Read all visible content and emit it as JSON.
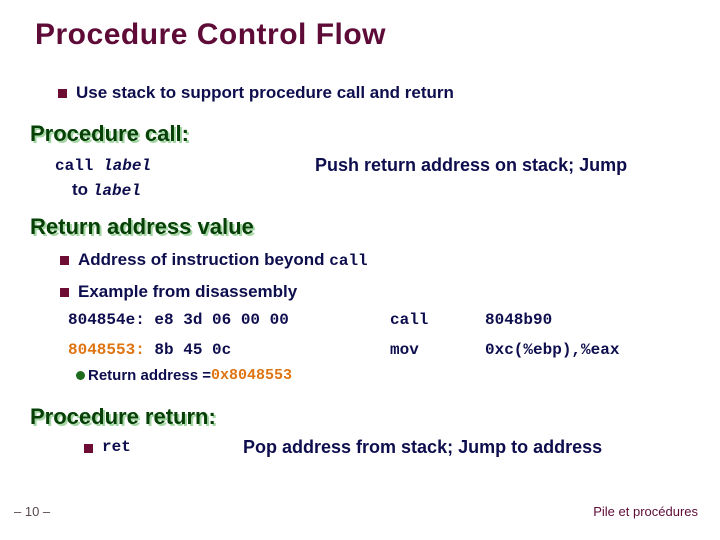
{
  "slide": {
    "title": "Procedure Control Flow",
    "intro_bullet": "Use stack to support procedure call and return",
    "procedure_call": {
      "heading": "Procedure call:",
      "code_keyword": "call",
      "code_operand": "label",
      "code_line2_word": "to",
      "code_line2_operand": "label",
      "description": "Push return address on stack; Jump"
    },
    "return_address": {
      "heading": "Return address value",
      "bullet1_text": "Address of instruction beyond ",
      "bullet1_code": "call",
      "bullet2_text": "Example from disassembly",
      "disasm_rows": [
        {
          "address": "804854e:",
          "bytes": " e8 3d 06 00 00",
          "mnemonic": "call",
          "operand": "8048b90"
        },
        {
          "address": "8048553:",
          "bytes": " 8b 45 0c",
          "mnemonic": "mov",
          "operand": "0xc(%ebp),%eax"
        }
      ],
      "sub_bullet_label": "Return address = ",
      "sub_bullet_value": "0x8048553"
    },
    "procedure_return": {
      "heading": "Procedure return:",
      "code": "ret",
      "description": "Pop address from stack; Jump to address"
    },
    "footer": {
      "page_number": "– 10 –",
      "course_name": "Pile et procédures"
    },
    "colors": {
      "maroon": "#5E0B38",
      "navy": "#0E0E4E",
      "green_heading": "#064006",
      "green_shadow": "#A4D6A4",
      "orange_highlight": "#DF7412"
    }
  }
}
